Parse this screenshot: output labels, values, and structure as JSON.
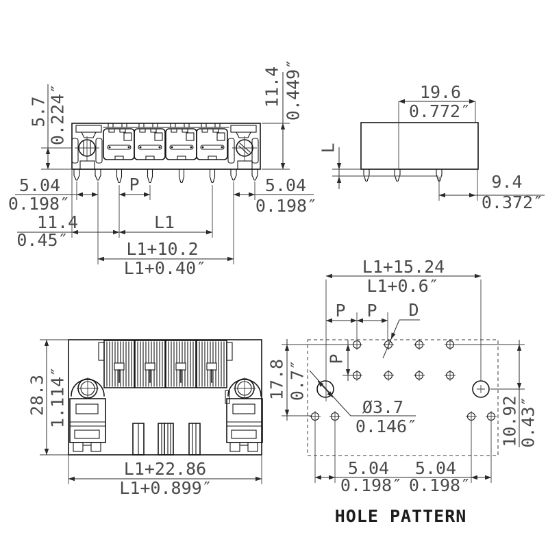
{
  "drawing": {
    "caption": "HOLE PATTERN",
    "colors": {
      "background": "#ffffff",
      "geometry_line": "#151515",
      "dimension_line": "#2a2a2a",
      "text": "#4a4a4a"
    },
    "front_view": {
      "flange_height": {
        "mm": "5.7",
        "in": "0.224″"
      },
      "body_height": {
        "mm": "11.4",
        "in": "0.449″"
      },
      "leg_pitch_left": {
        "mm": "5.04",
        "in": "0.198″"
      },
      "pin_pitch": "P",
      "leg_pitch_right": {
        "mm": "5.04",
        "in": "0.198″"
      },
      "edge_to_pin": {
        "mm": "11.4",
        "in": "0.45″"
      },
      "pin_span": "L1",
      "inner_span": {
        "mm": "L1+10.2",
        "in": "L1+0.40″"
      }
    },
    "side_view": {
      "depth": {
        "mm": "19.6",
        "in": "0.772″"
      },
      "pin_length": "L",
      "pin_offset": {
        "mm": "9.4",
        "in": "0.372″"
      }
    },
    "bottom_view": {
      "height": {
        "mm": "28.3",
        "in": "1.114″"
      },
      "width": {
        "mm": "L1+22.86",
        "in": "L1+0.899″"
      }
    },
    "hole_pattern": {
      "span": {
        "mm": "L1+15.24",
        "in": "L1+0.6″"
      },
      "pitch_a": "P",
      "pitch_b": "P",
      "hole_label": "D",
      "row_pitch": "P",
      "height": {
        "mm": "17.8",
        "in": "0.7″"
      },
      "mount_hole_dia": {
        "mm": "Ø3.7",
        "in": "0.146″"
      },
      "mount_offset": {
        "mm": "10.92",
        "in": "0.43″"
      },
      "leg_pitch_left": {
        "mm": "5.04",
        "in": "0.198″"
      },
      "leg_pitch_right": {
        "mm": "5.04",
        "in": "0.198″"
      }
    }
  }
}
